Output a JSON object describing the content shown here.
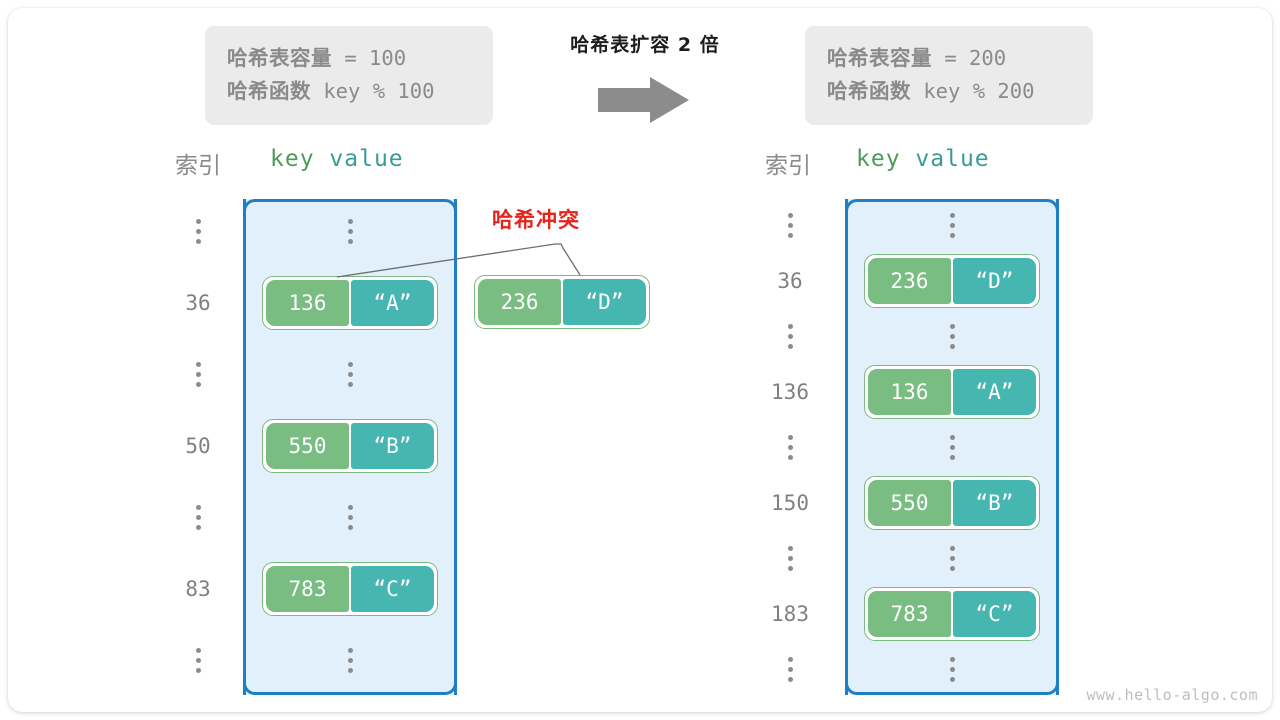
{
  "diagram": {
    "title_center": "哈希表扩容 2 倍",
    "arrow_icon": "right-arrow-icon",
    "watermark": "www.hello-algo.com",
    "colors": {
      "key_cell": "#79bd83",
      "value_cell": "#45b6b0",
      "pair_border": "#7cb87f",
      "bucket_fill": "#e2f0fb",
      "bucket_border": "#1f7fc4",
      "collision_red": "#e8231c",
      "info_box_bg": "#ebebeb",
      "muted_text": "#808080"
    }
  },
  "info_left": {
    "capacity_label": "哈希表容量",
    "capacity_expr": " = 100",
    "function_label": "哈希函数",
    "function_expr": " key % 100"
  },
  "info_right": {
    "capacity_label": "哈希表容量",
    "capacity_expr": " = 200",
    "function_label": "哈希函数",
    "function_expr": " key % 200"
  },
  "left_table": {
    "header_index": "索引",
    "header_key": "key",
    "header_value": "value",
    "rows": [
      {
        "type": "dots",
        "index": "",
        "key": "",
        "value": ""
      },
      {
        "type": "entry",
        "index": "36",
        "key": "136",
        "value": "“A”"
      },
      {
        "type": "dots",
        "index": "",
        "key": "",
        "value": ""
      },
      {
        "type": "entry",
        "index": "50",
        "key": "550",
        "value": "“B”"
      },
      {
        "type": "dots",
        "index": "",
        "key": "",
        "value": ""
      },
      {
        "type": "entry",
        "index": "83",
        "key": "783",
        "value": "“C”"
      },
      {
        "type": "dots",
        "index": "",
        "key": "",
        "value": ""
      }
    ]
  },
  "right_table": {
    "header_index": "索引",
    "header_key": "key",
    "header_value": "value",
    "rows": [
      {
        "type": "dots",
        "index": "",
        "key": "",
        "value": ""
      },
      {
        "type": "entry",
        "index": "36",
        "key": "236",
        "value": "“D”"
      },
      {
        "type": "dots",
        "index": "",
        "key": "",
        "value": ""
      },
      {
        "type": "entry",
        "index": "136",
        "key": "136",
        "value": "“A”"
      },
      {
        "type": "dots",
        "index": "",
        "key": "",
        "value": ""
      },
      {
        "type": "entry",
        "index": "150",
        "key": "550",
        "value": "“B”"
      },
      {
        "type": "dots",
        "index": "",
        "key": "",
        "value": ""
      },
      {
        "type": "entry",
        "index": "183",
        "key": "783",
        "value": "“C”"
      },
      {
        "type": "dots",
        "index": "",
        "key": "",
        "value": ""
      }
    ]
  },
  "collision": {
    "label": "哈希冲突",
    "pair_key": "236",
    "pair_value": "“D”"
  }
}
